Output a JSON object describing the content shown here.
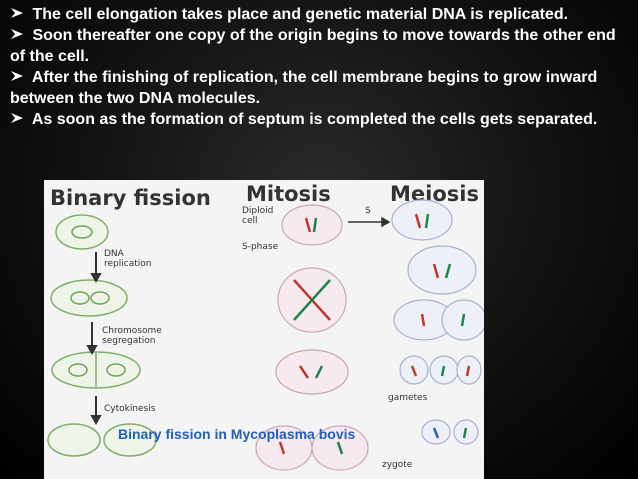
{
  "bullets": [
    "The cell elongation takes place and genetic material  DNA is replicated.",
    "Soon thereafter one copy of the origin begins to move towards the other end of the cell.",
    "After the finishing of replication, the cell membrane begins to grow inward between the two DNA molecules.",
    "As soon as the formation of septum is completed the cells gets separated."
  ],
  "figure": {
    "binary_title": "Binary fission",
    "mitosis_title": "Mitosis",
    "meiosis_title": "Meiosis",
    "dna_label": "DNA replication",
    "chromosome_label": "Chromosome segregation",
    "cytokinesis_label": "Cytokinesis",
    "diploid_label": "Diploid cell",
    "sphase_label": "S-phase",
    "s_label": "S",
    "gametes_label": "gametes",
    "zygote_label": "zygote",
    "caption": "Binary fission in Mycoplasma bovis"
  },
  "colors": {
    "caption": "#1f5fc2",
    "bullet_arrow": "#ffffff"
  }
}
